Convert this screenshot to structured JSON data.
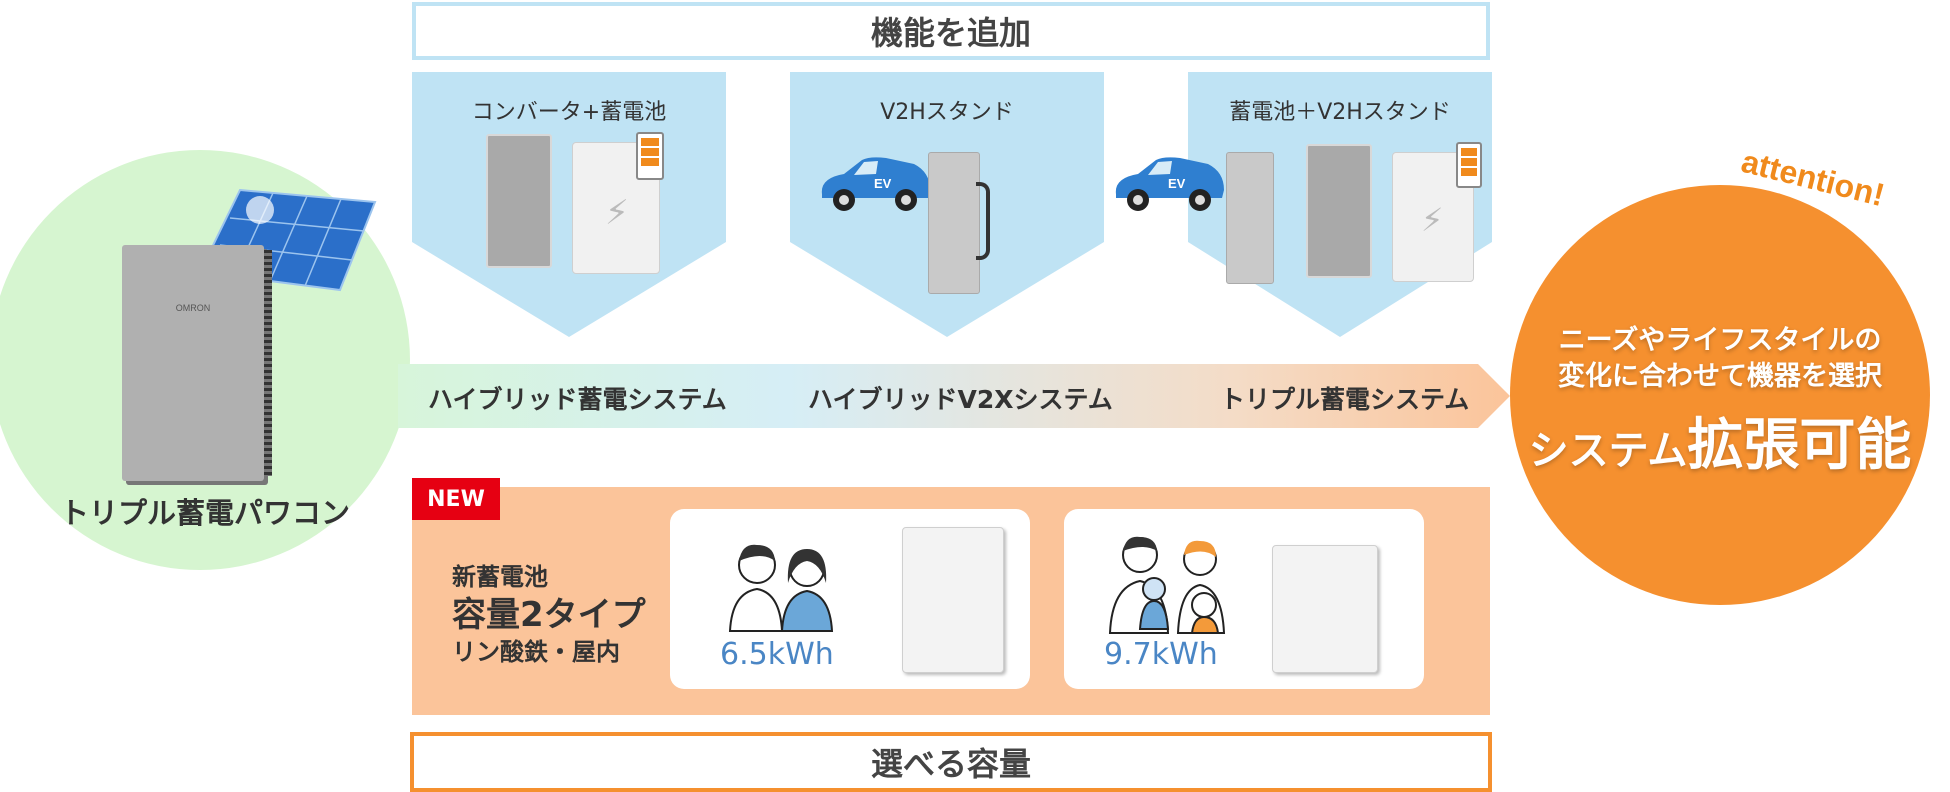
{
  "top_banner": "機能を追加",
  "options": [
    {
      "title": "コンバータ+蓄電池"
    },
    {
      "title": "V2Hスタンド"
    },
    {
      "title": "蓄電池＋V2Hスタンド"
    }
  ],
  "ev_label": "EV",
  "left": {
    "label": "トリプル蓄電パワコン",
    "brand": "OMRON"
  },
  "systems": [
    "ハイブリッド蓄電システム",
    "ハイブリッドV2Xシステム",
    "トリプル蓄電システム"
  ],
  "right": {
    "attention": "attention!",
    "line1": "ニーズやライフスタイルの",
    "line2": "変化に合わせて機器を選択",
    "line3a": "システム",
    "line3b": "拡張可能"
  },
  "battery": {
    "badge": "NEW",
    "line1": "新蓄電池",
    "line2": "容量2タイプ",
    "line3": "リン酸鉄・屋内",
    "cards": [
      {
        "kwh": "6.5kWh"
      },
      {
        "kwh": "9.7kWh"
      }
    ]
  },
  "bottom_banner": "選べる容量",
  "colors": {
    "blue": "#bfe3f4",
    "green": "#d6f5d0",
    "orange": "#f5902f",
    "peach": "#fbc49a",
    "red": "#e60012",
    "kwh_blue": "#4a86c5"
  }
}
